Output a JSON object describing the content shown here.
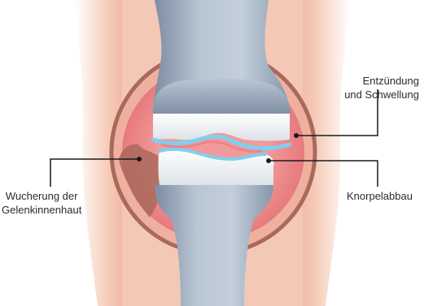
{
  "labels": {
    "inflammation": [
      "Entzündung",
      "und Schwellung"
    ],
    "synovium": [
      "Wucherung der",
      "Gelenkinnenhaut"
    ],
    "cartilage": "Knorpelabbau"
  },
  "colors": {
    "skin": "#f4c5b2",
    "capsule_outline": "#a9695c",
    "inflamed_capsule": "#ef8d8e",
    "bone": "#9fb0c2",
    "cartilage_layer": "#f4f5f7",
    "synovial_fluid": "#7fcfee",
    "callout_line": "#1a1a1a"
  }
}
